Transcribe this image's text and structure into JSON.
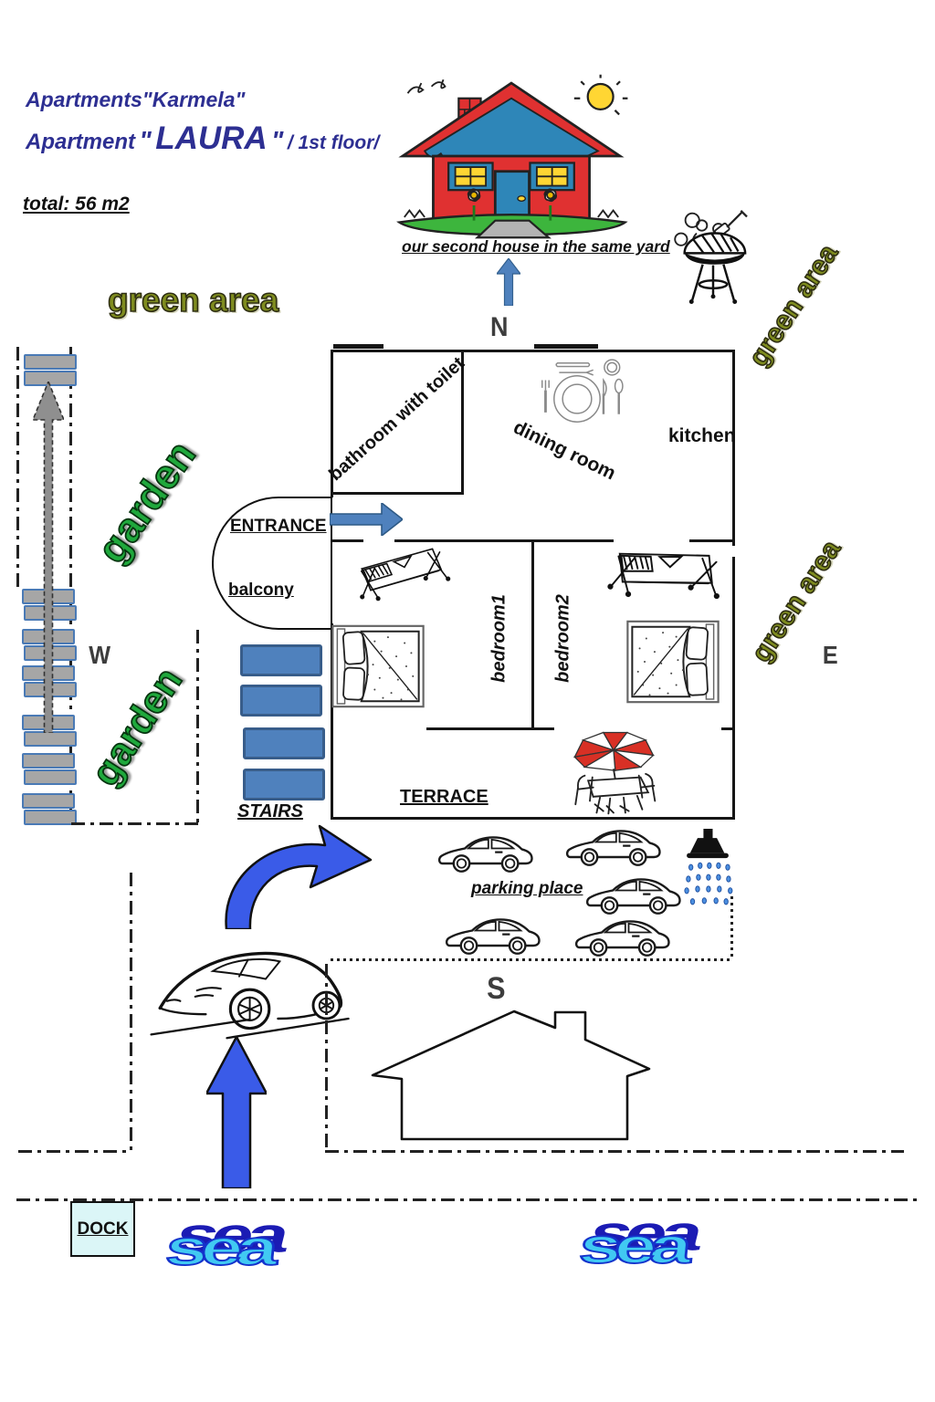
{
  "title": {
    "line1": "Apartments\"Karmela\"",
    "apartment_word": "Apartment",
    "open_quote": "\"",
    "name": "LAURA",
    "close_quote": "\"",
    "floor": "/ 1st floor/",
    "total": "total: 56 m2"
  },
  "captions": {
    "second_house": "our second house in the same yard",
    "green_area": "green area",
    "garden": "garden",
    "sea": "sea"
  },
  "compass": {
    "north": "N",
    "south": "S",
    "west": "W",
    "east": "E"
  },
  "rooms": {
    "bathroom": "bathroom with toilet",
    "dining": "dining room",
    "kitchen": "kitchen",
    "entrance": "ENTRANCE",
    "balcony": "balcony",
    "bedroom1": "bedroom1",
    "bedroom2": "bedroom2",
    "terrace": "TERRACE"
  },
  "outdoor": {
    "stairs": "STAIRS",
    "parking": "parking place",
    "dock": "DOCK"
  },
  "colors": {
    "title_navy": "#2d2f92",
    "steel_blue": "#4f81bd",
    "bright_arrow_blue": "#3a5be8",
    "garden_green": "#1fa83c",
    "olive_green": "#7f8c1f",
    "sea_fill": "#41c9f2",
    "sea_shadow": "#1b1bb4",
    "umbrella_red": "#d83025",
    "dock_fill": "#dbf6f7"
  }
}
